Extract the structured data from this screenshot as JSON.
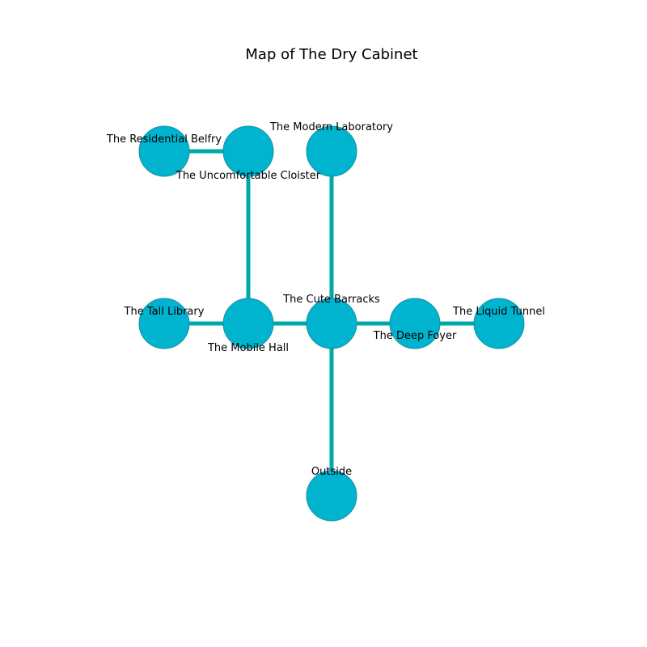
{
  "title": "Map of The Dry Cabinet",
  "colors": {
    "node_fill": "#00b4d0",
    "node_stroke": "#1a8fa0",
    "edge": "#00a8a8",
    "text": "#000000"
  },
  "rooms": [
    {
      "id": "residential-belfry",
      "name": "The Residential Belfry"
    },
    {
      "id": "uncomfortable-cloister",
      "name": "The Uncomfortable Cloister"
    },
    {
      "id": "modern-laboratory",
      "name": "The Modern Laboratory"
    },
    {
      "id": "tall-library",
      "name": "The Tall Library"
    },
    {
      "id": "mobile-hall",
      "name": "The Mobile Hall"
    },
    {
      "id": "cute-barracks",
      "name": "The Cute Barracks"
    },
    {
      "id": "deep-foyer",
      "name": "The Deep Foyer"
    },
    {
      "id": "liquid-tunnel",
      "name": "The Liquid Tunnel"
    },
    {
      "id": "outside",
      "name": "Outside"
    }
  ],
  "connections": [
    [
      "residential-belfry",
      "uncomfortable-cloister"
    ],
    [
      "uncomfortable-cloister",
      "mobile-hall"
    ],
    [
      "modern-laboratory",
      "cute-barracks"
    ],
    [
      "tall-library",
      "mobile-hall"
    ],
    [
      "mobile-hall",
      "cute-barracks"
    ],
    [
      "cute-barracks",
      "deep-foyer"
    ],
    [
      "deep-foyer",
      "liquid-tunnel"
    ],
    [
      "cute-barracks",
      "outside"
    ]
  ]
}
